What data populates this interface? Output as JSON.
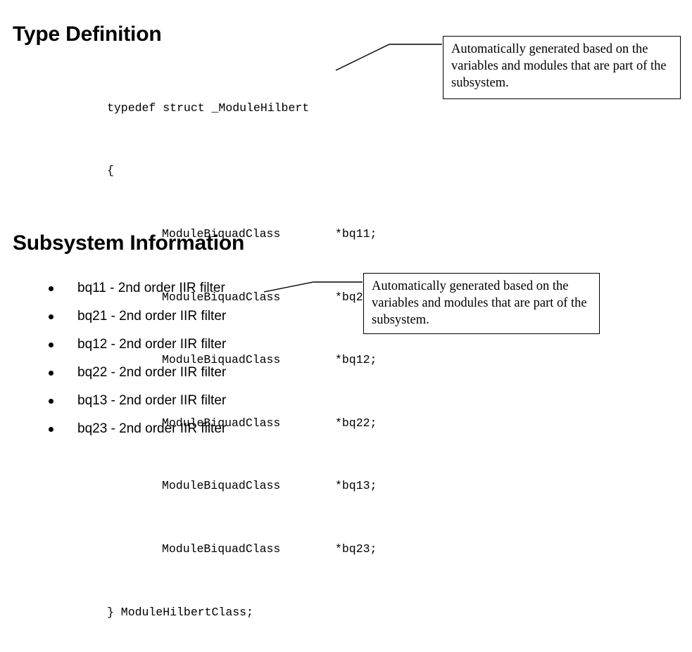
{
  "slide": {
    "background_color": "#ffffff",
    "text_color": "#000000"
  },
  "sections": {
    "type_definition": {
      "heading": "Type Definition",
      "code": {
        "language": "c",
        "lines": [
          "typedef struct _ModuleHilbert",
          "{",
          "        ModuleBiquadClass    *bq11;",
          "        ModuleBiquadClass    *bq21;",
          "        ModuleBiquadClass    *bq12;",
          "        ModuleBiquadClass    *bq22;",
          "        ModuleBiquadClass    *bq13;",
          "        ModuleBiquadClass    *bq23;",
          "} ModuleHilbertClass;"
        ],
        "struct_name": "_ModuleHilbert",
        "typedef_name": "ModuleHilbertClass",
        "open_brace": "{",
        "close_brace": "}",
        "members": [
          {
            "type": "ModuleBiquadClass",
            "name": "*bq11;"
          },
          {
            "type": "ModuleBiquadClass",
            "name": "*bq21;"
          },
          {
            "type": "ModuleBiquadClass",
            "name": "*bq12;"
          },
          {
            "type": "ModuleBiquadClass",
            "name": "*bq22;"
          },
          {
            "type": "ModuleBiquadClass",
            "name": "*bq13;"
          },
          {
            "type": "ModuleBiquadClass",
            "name": "*bq23;"
          }
        ],
        "header_line": "typedef struct _ModuleHilbert",
        "footer_line": "} ModuleHilbertClass;"
      },
      "callout": {
        "text": "Automatically generated based on the variables and modules that are part of the subsystem."
      }
    },
    "subsystem_information": {
      "heading": "Subsystem Information",
      "bullets": [
        "bq11 - 2nd order IIR filter",
        "bq21 - 2nd order IIR filter",
        "bq12 - 2nd order IIR filter",
        "bq22 - 2nd order IIR filter",
        "bq13 - 2nd order IIR filter",
        "bq23 - 2nd order IIR filter"
      ],
      "callout": {
        "text": "Automatically generated based on the variables and modules that are part of the subsystem."
      }
    }
  }
}
